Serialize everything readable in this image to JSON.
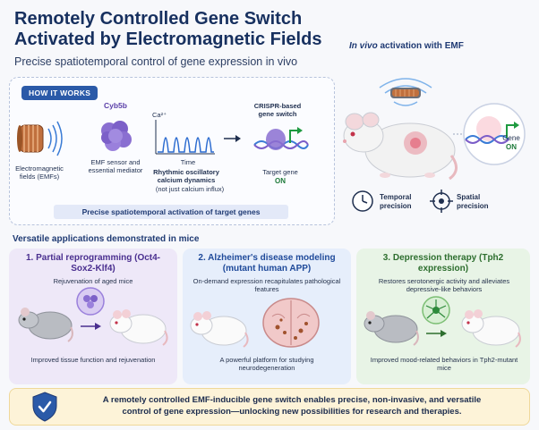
{
  "header": {
    "title_line1": "Remotely Controlled Gene Switch",
    "title_line2": "Activated by Electromagnetic Fields",
    "subtitle": "Precise spatiotemporal control of gene expression in vivo"
  },
  "how_it_works": {
    "pill": "HOW IT WORKS",
    "emf_label": "Electromagnetic fields (EMFs)",
    "cyb5b_name": "Cyb5b",
    "cyb5b_desc": "EMF sensor and essential mediator",
    "ca_label": "Ca²⁺",
    "time_label": "Time",
    "ca_desc_bold": "Rhythmic oscillatory calcium dynamics",
    "ca_desc_note": "(not just calcium influx)",
    "crispr_label": "CRISPR-based gene switch",
    "target_label": "Target gene",
    "target_on": "ON",
    "banner": "Precise spatiotemporal activation of target genes"
  },
  "in_vivo": {
    "title_italic": "In vivo",
    "title_rest": " activation with EMF",
    "gene_label": "Gene",
    "gene_on": "ON",
    "temporal": "Temporal precision",
    "spatial": "Spatial precision"
  },
  "applications": {
    "heading": "Versatile applications demonstrated in mice",
    "cards": [
      {
        "title": "1. Partial reprogramming (Oct4-Sox2-Klf4)",
        "desc": "Rejuvenation of aged mice",
        "outcome": "Improved tissue function and rejuvenation",
        "color": "#eee8f8",
        "title_color": "#4a2f8f"
      },
      {
        "title": "2. Alzheimer's disease modeling (mutant human APP)",
        "desc": "On-demand expression recapitulates pathological features",
        "outcome": "A powerful platform for studying neurodegeneration",
        "color": "#e6eefb",
        "title_color": "#1f4a9a"
      },
      {
        "title": "3. Depression therapy (Tph2 expression)",
        "desc": "Restores serotonergic activity and alleviates depressive-like behaviors",
        "outcome": "Improved mood-related behaviors in Tph2-mutant mice",
        "color": "#e8f4e6",
        "title_color": "#2d6e2e"
      }
    ]
  },
  "footer": {
    "line1": "A remotely controlled EMF-inducible gene switch enables precise, non-invasive, and versatile",
    "line2": "control of gene expression—unlocking new possibilities for research and therapies."
  },
  "colors": {
    "accent": "#2b5aa8",
    "green_on": "#1e7a3a",
    "purple": "#8a6fd1",
    "red_spot": "#e2556b"
  }
}
